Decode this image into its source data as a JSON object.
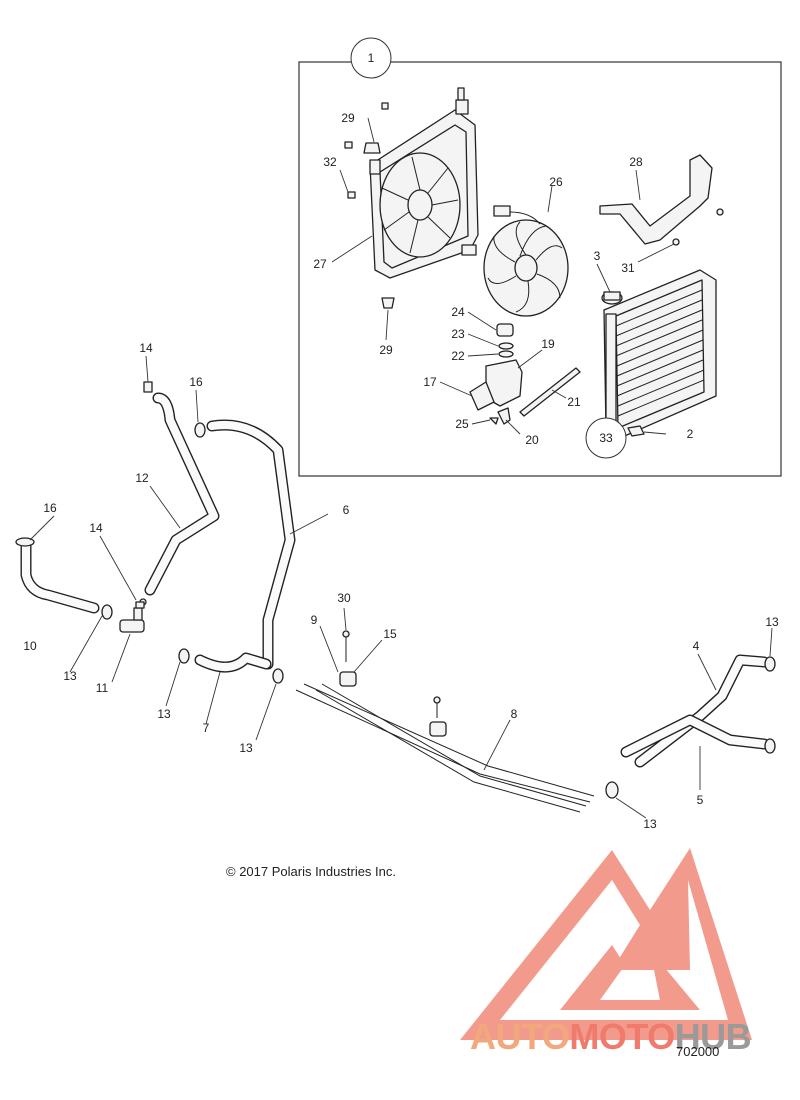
{
  "callouts": {
    "c1": "1",
    "c2": "2",
    "c3": "3",
    "c4": "4",
    "c5": "5",
    "c6": "6",
    "c7": "7",
    "c8": "8",
    "c9": "9",
    "c10": "10",
    "c11": "11",
    "c12": "12",
    "c13a": "13",
    "c13b": "13",
    "c13c": "13",
    "c13d": "13",
    "c13e": "13",
    "c14a": "14",
    "c14b": "14",
    "c15": "15",
    "c16a": "16",
    "c16b": "16",
    "c17": "17",
    "c19": "19",
    "c20": "20",
    "c21": "21",
    "c22": "22",
    "c23": "23",
    "c24": "24",
    "c25": "25",
    "c26": "26",
    "c27": "27",
    "c28": "28",
    "c29a": "29",
    "c29b": "29",
    "c30": "30",
    "c31": "31",
    "c32": "32",
    "c33": "33"
  },
  "copyright": "© 2017 Polaris Industries Inc.",
  "figure_id": "702000",
  "watermark": {
    "part1": "AUTO",
    "part2": "MOTO",
    "part3": "HUB",
    "colors": {
      "auto": "#f3a77c",
      "moto": "#f07a6b",
      "hub": "#9a9a9a",
      "logo": "#f07a6b"
    }
  }
}
